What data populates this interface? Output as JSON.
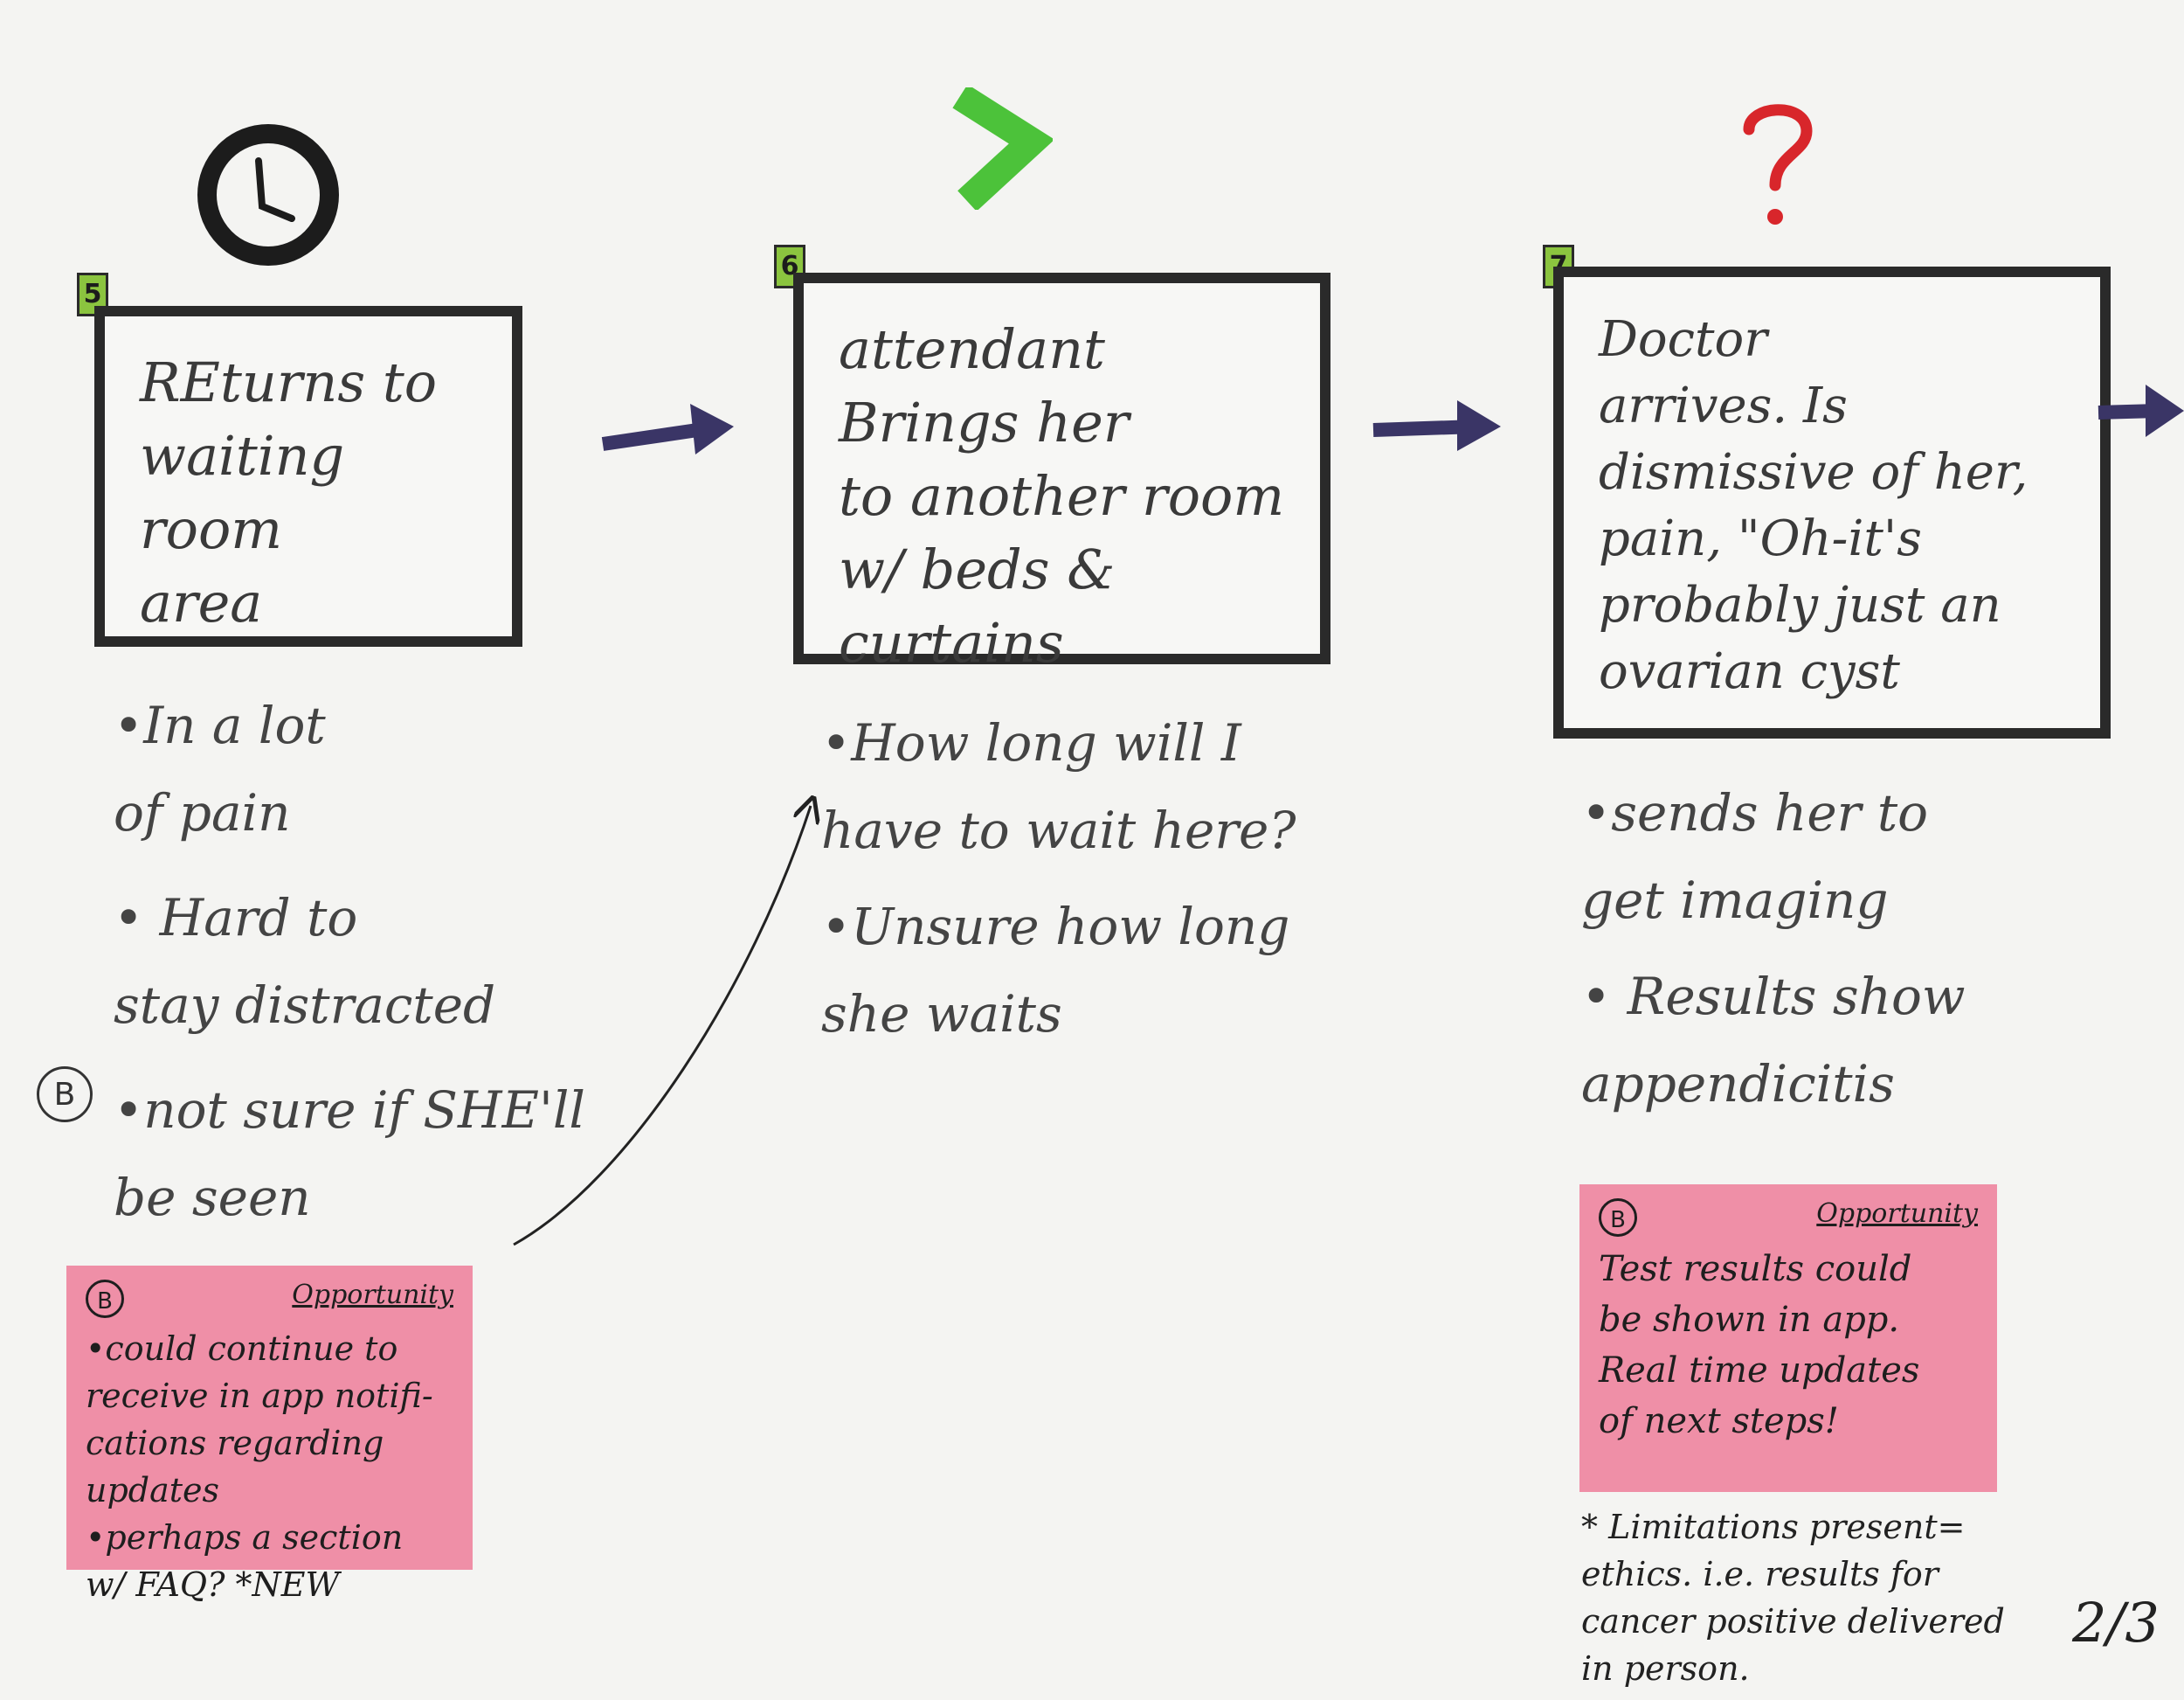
{
  "stages": [
    {
      "number": "5",
      "icon": "clock-icon",
      "box_text": "REturns to\nwaiting room\narea",
      "notes": [
        "•In  a lot\nof pain",
        "• Hard to\nstay distracted",
        "•not sure if SHE'll\nbe seen"
      ],
      "badge": "B"
    },
    {
      "number": "6",
      "icon": "chevron-right-icon",
      "box_text": "attendant\nBrings her\nto another room\nw/ beds & curtains",
      "notes": [
        "•How long will I\nhave to wait here?",
        "•Unsure how long\nshe waits"
      ]
    },
    {
      "number": "7",
      "icon": "question-mark-icon",
      "box_text": "Doctor\narrives. Is\ndismissive of her,\npain, \"Oh-it's\nprobably just an\novarian cyst",
      "notes": [
        "•sends her to\nget imaging",
        "• Results show\nappendicitis"
      ]
    }
  ],
  "stickies": [
    {
      "badge": "B",
      "label": "Opportunity",
      "body": "•could continue to\nreceive in app notifi-\ncations regarding updates\n•perhaps a section\nw/ FAQ? *NEW"
    },
    {
      "badge": "B",
      "label": "Opportunity",
      "body": "Test results could\nbe shown in app.\nReal time updates\nof next steps!"
    }
  ],
  "footnote": "* Limitations present=\nethics. i.e. results for\ncancer positive delivered\nin person.",
  "page_number": "2/3",
  "colors": {
    "frame": "#2a2a2a",
    "tag": "#8bc43f",
    "sticky": "#ef8fa7",
    "arrow": "#3a3566",
    "chevron": "#4cc23a",
    "question": "#d8262b"
  }
}
